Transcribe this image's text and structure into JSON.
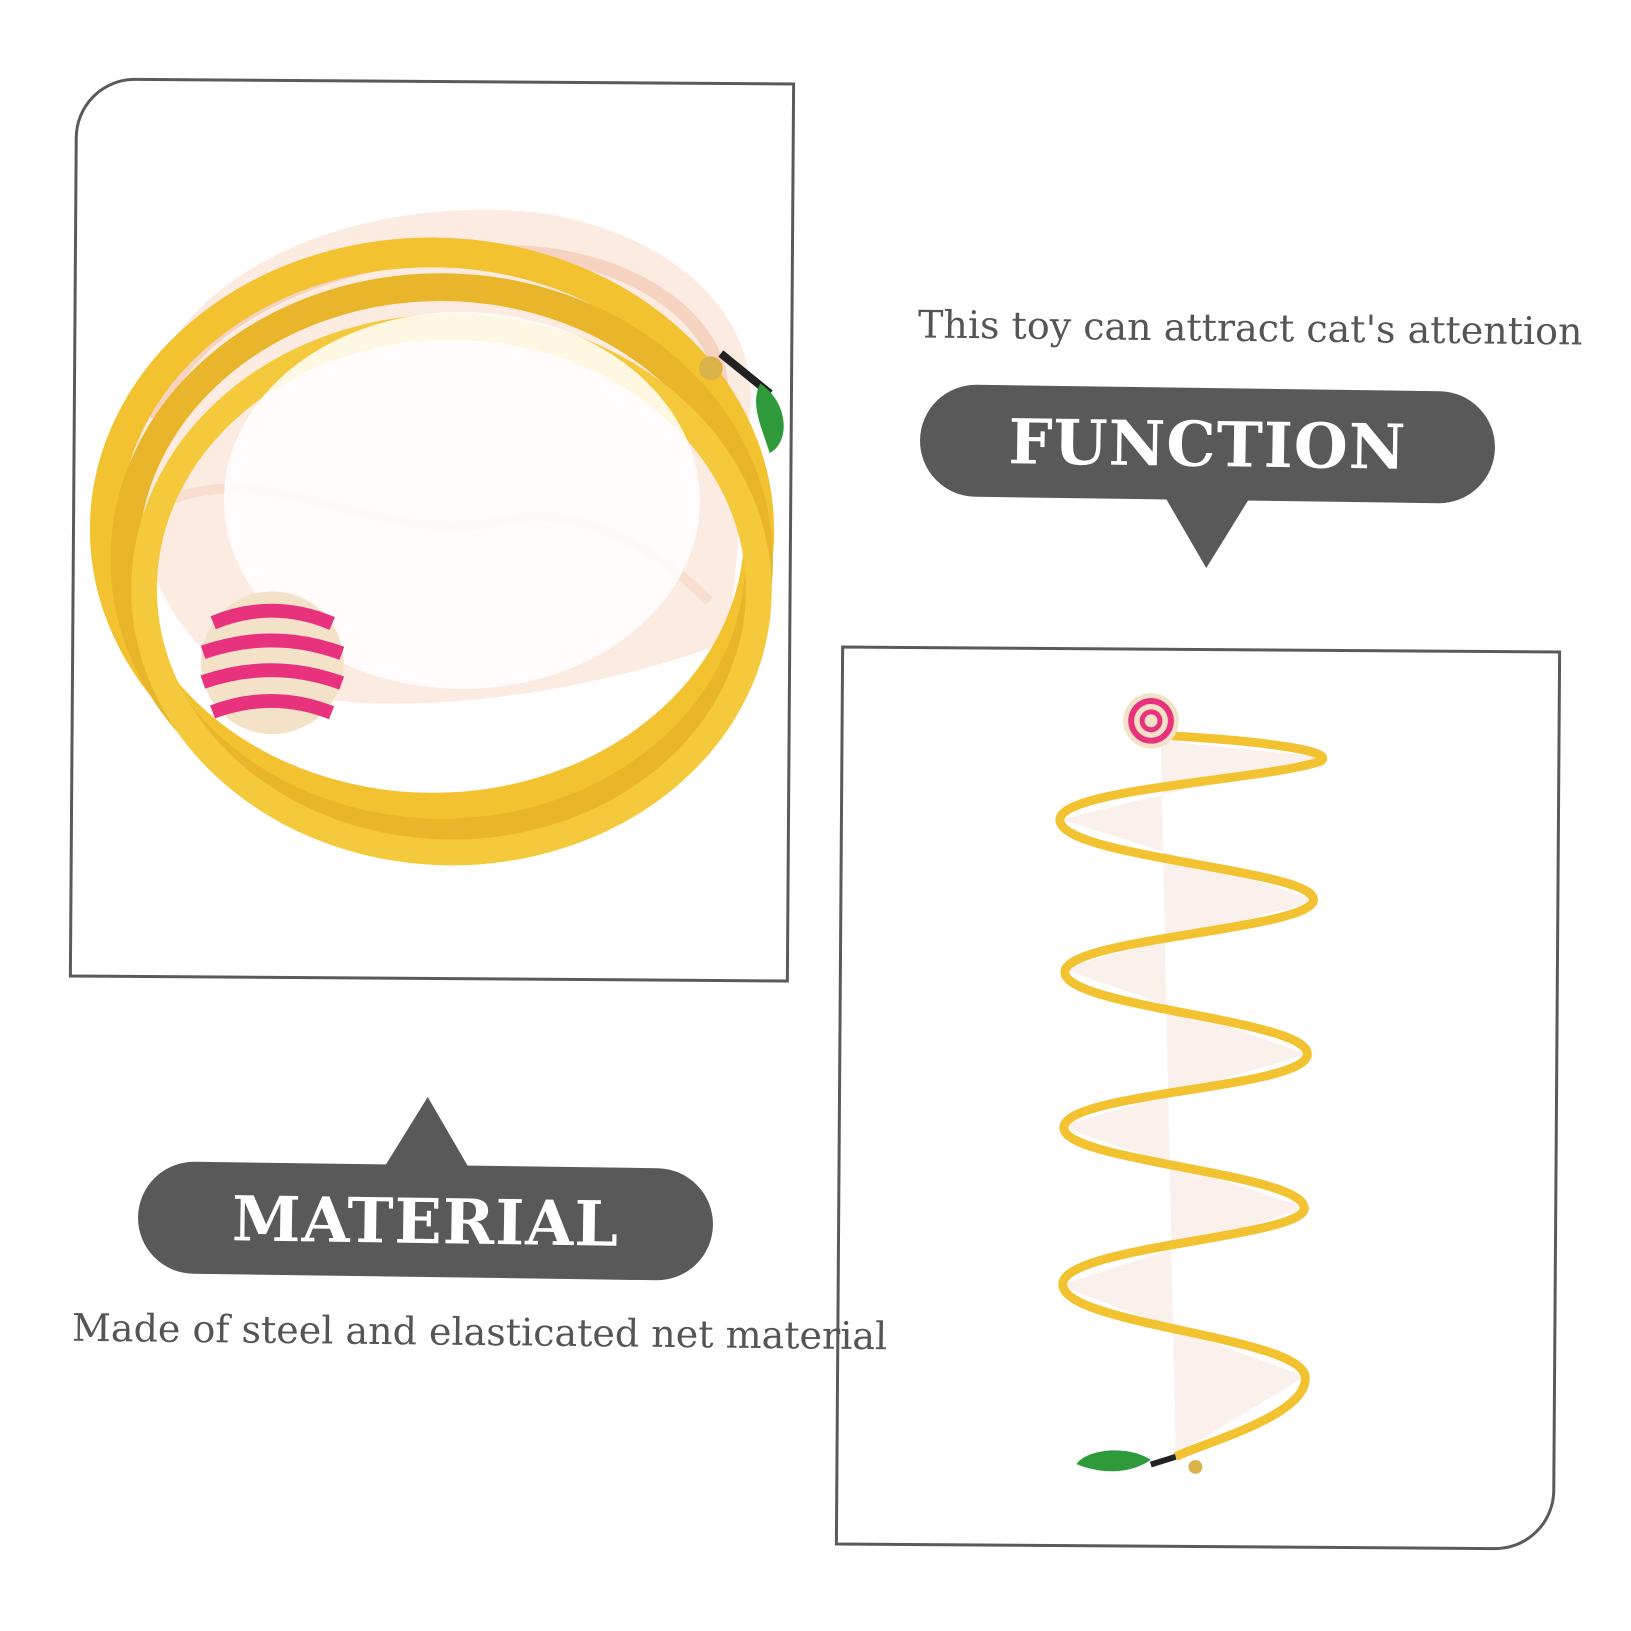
{
  "function": {
    "caption": "This toy can attract cat's attention",
    "label": "FUNCTION"
  },
  "material": {
    "label": "MATERIAL",
    "caption": "Made of steel and elasticated net material"
  },
  "colors": {
    "label_bg": "#595959",
    "label_text": "#ffffff",
    "caption_text": "#555555",
    "frame_border": "#5a5a5a",
    "tube_yellow": "#f2c230",
    "ball_pink": "#e8327e",
    "net_peach": "#f7d6c4"
  }
}
